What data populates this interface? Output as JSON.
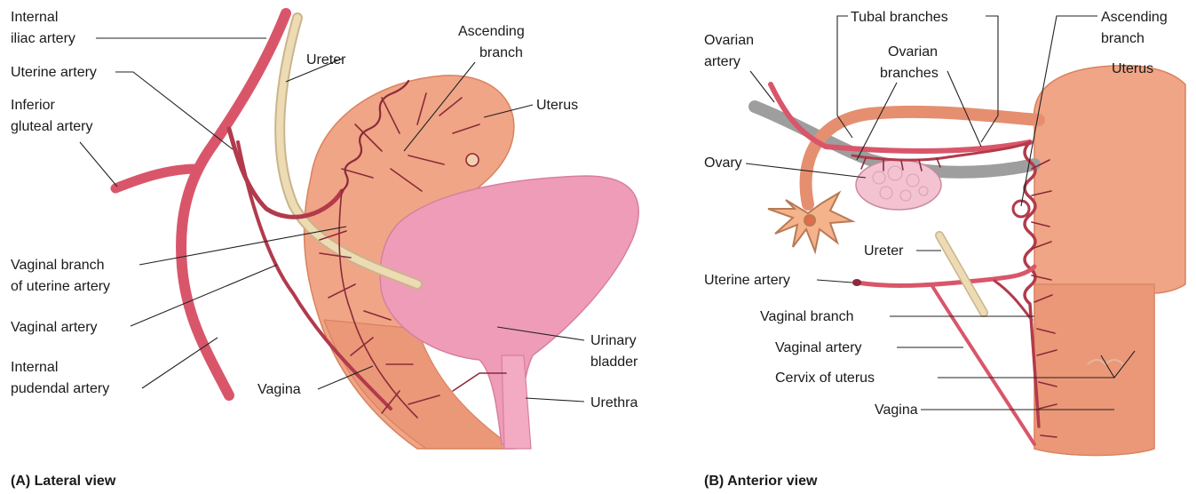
{
  "panel_a": {
    "caption": "(A) Lateral view",
    "labels": {
      "internal_iliac_l1": "Internal",
      "internal_iliac_l2": "iliac artery",
      "uterine_artery": "Uterine artery",
      "inferior_gluteal_l1": "Inferior",
      "inferior_gluteal_l2": "gluteal artery",
      "ureter": "Ureter",
      "ascending_l1": "Ascending",
      "ascending_l2": "branch",
      "uterus": "Uterus",
      "vaginal_branch_l1": "Vaginal branch",
      "vaginal_branch_l2": "of uterine artery",
      "vaginal_artery": "Vaginal artery",
      "internal_pudendal_l1": "Internal",
      "internal_pudendal_l2": "pudendal artery",
      "vagina": "Vagina",
      "urinary_bladder_l1": "Urinary",
      "urinary_bladder_l2": "bladder",
      "urethra": "Urethra"
    }
  },
  "panel_b": {
    "caption": "(B) Anterior view",
    "labels": {
      "ovarian_artery_l1": "Ovarian",
      "ovarian_artery_l2": "artery",
      "tubal_branches": "Tubal branches",
      "ovarian_branches_l1": "Ovarian",
      "ovarian_branches_l2": "branches",
      "ascending_l1": "Ascending",
      "ascending_l2": "branch",
      "uterus": "Uterus",
      "ovary": "Ovary",
      "ureter": "Ureter",
      "uterine_artery": "Uterine artery",
      "vaginal_branch": "Vaginal branch",
      "vaginal_artery": "Vaginal artery",
      "cervix": "Cervix of uterus",
      "vagina": "Vagina"
    }
  },
  "colors": {
    "artery": "#d9566a",
    "artery_dark": "#b23a4c",
    "uterus": "#f0a586",
    "bladder": "#ef9cb8",
    "ureter": "#eddbb4",
    "vessel": "#8c2a3a"
  }
}
